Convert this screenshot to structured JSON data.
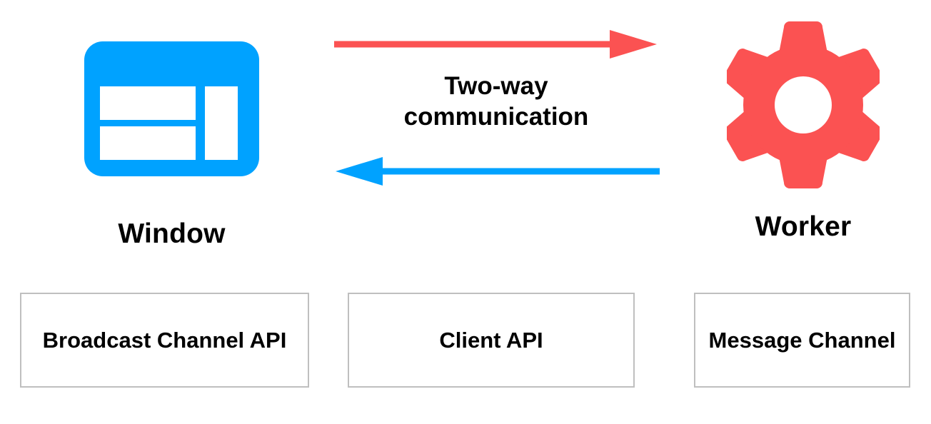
{
  "diagram": {
    "title": "Two-way communication between Window and Worker",
    "background": "#ffffff",
    "colors": {
      "blue": "#00a2ff",
      "red": "#fb5252",
      "box_border": "#bfbfbf",
      "text": "#000000"
    },
    "nodes": [
      {
        "id": "window",
        "label": "Window",
        "icon": "browser-window-icon",
        "color": "#00a2ff"
      },
      {
        "id": "worker",
        "label": "Worker",
        "icon": "gear-icon",
        "color": "#fb5252"
      }
    ],
    "connection": {
      "caption_line_1": "Two-way",
      "caption_line_2": "communication",
      "arrows": [
        {
          "id": "window-to-worker",
          "direction": "right",
          "color": "#fb5252"
        },
        {
          "id": "worker-to-window",
          "direction": "left",
          "color": "#00a2ff"
        }
      ]
    },
    "api_boxes": [
      {
        "id": "broadcast-channel-api",
        "line_1": "Broadcast Channel",
        "line_2": "API"
      },
      {
        "id": "client-api",
        "line_1": "Client API",
        "line_2": ""
      },
      {
        "id": "message-channel",
        "line_1": "Message",
        "line_2": "Channel"
      }
    ]
  }
}
